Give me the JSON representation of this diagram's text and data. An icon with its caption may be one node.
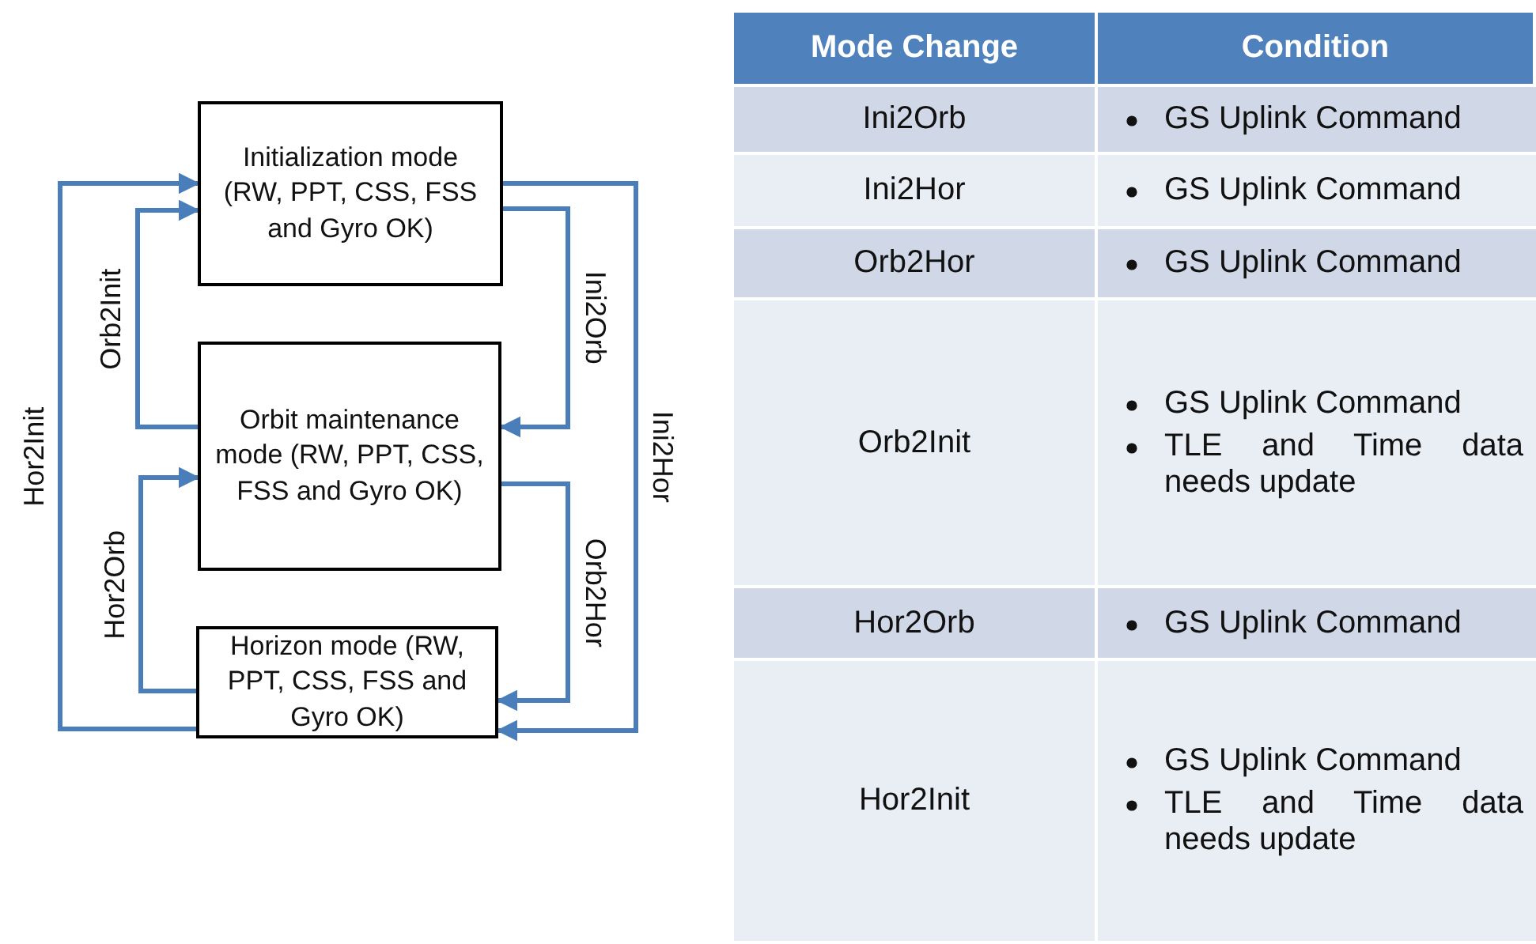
{
  "diagram": {
    "nodes": [
      {
        "text": [
          "Initialization mode (RW, PPT, CSS, FSS and Gyro OK)"
        ]
      },
      {
        "text": [
          "Orbit maintenance mode (RW, PPT, CSS, FSS and Gyro OK)"
        ]
      },
      {
        "text": [
          "Horizon mode (RW, PPT, CSS, FSS and Gyro OK)"
        ]
      }
    ],
    "edges": [
      {
        "from": 2,
        "to": 0,
        "arrow": "to",
        "label": "Hor2Init"
      },
      {
        "from": 1,
        "to": 0,
        "arrow": "to",
        "label": "Orb2Init"
      },
      {
        "from": 2,
        "to": 1,
        "arrow": "to",
        "label": "Hor2Orb"
      },
      {
        "from": 0,
        "to": 1,
        "arrow": "to",
        "label": "Ini2Orb"
      },
      {
        "from": 1,
        "to": 2,
        "arrow": "to",
        "label": "Orb2Hor"
      },
      {
        "from": 0,
        "to": 2,
        "arrow": "to",
        "label": "Ini2Hor"
      }
    ],
    "labels": [
      "Mode Change",
      "Condition",
      "Ini2Orb",
      "GS Uplink Command",
      "Ini2Hor",
      "GS Uplink Command",
      "Orb2Hor",
      "GS Uplink Command",
      "Orb2Init",
      "GS Uplink Command",
      "TLE and Time data needs update",
      "Hor2Orb",
      "GS Uplink Command",
      "Hor2Init",
      "GS Uplink Command",
      "TLE and Time data needs update"
    ]
  }
}
